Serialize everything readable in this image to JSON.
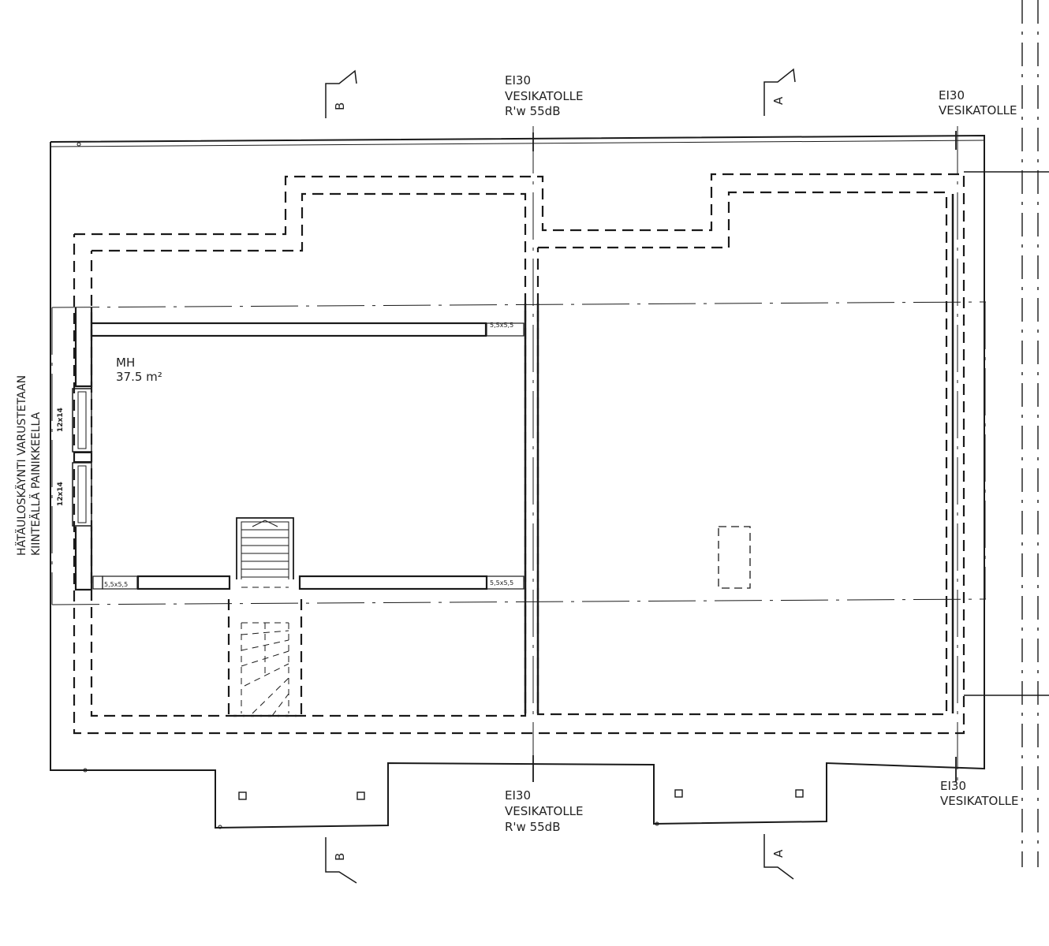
{
  "labels": {
    "top_center": [
      "EI30",
      "VESIKATOLLE",
      "R'w 55dB"
    ],
    "top_right": [
      "EI30",
      "VESIKATOLLE"
    ],
    "bottom_center": [
      "EI30",
      "VESIKATOLLE",
      "R'w 55dB"
    ],
    "bottom_right": [
      "EI30",
      "VESIKATOLLE"
    ],
    "section_b": "B",
    "section_a": "A",
    "room_name": "MH",
    "room_area": "37.5  m²",
    "side_text_1": "HÄTÄULOSKÄYNTI VARUSTETAAN",
    "side_text_2": "KIINTEÄLLÄ PAINIKKEELLA",
    "window_1": "12x14",
    "window_2": "12x14",
    "beam_size": "5,5x5,5"
  },
  "colors": {
    "ink": "#1a1a1a"
  }
}
